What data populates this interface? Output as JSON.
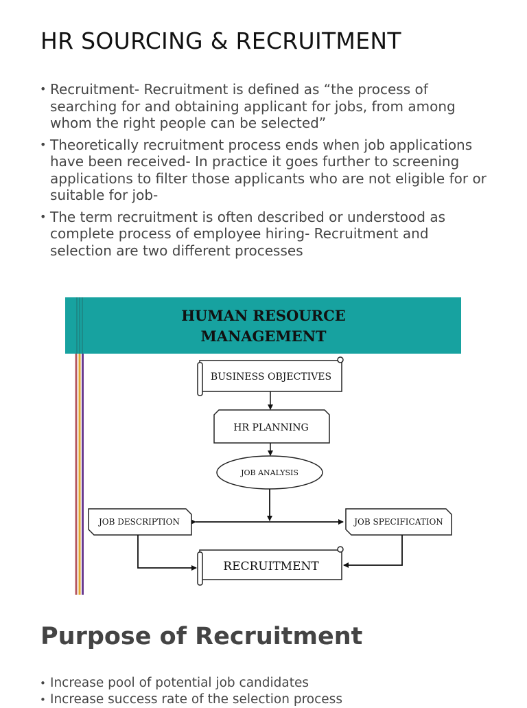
{
  "title": "HR SOURCING & RECRUITMENT",
  "bullets": [
    "Recruitment- Recruitment is defined as “the process of searching for and obtaining applicant for jobs, from among whom the right people can be selected”",
    "Theoretically recruitment process ends when job applications have been received- In practice it goes further to screening applications to filter those applicants who are not eligible for or suitable for job-",
    "The term recruitment is often described or understood as complete process of employee hiring- Recruitment and selection are two different processes"
  ],
  "bullet_symbol": "•",
  "diagram": {
    "header_line1": "HUMAN RESOURCE",
    "header_line2": "MANAGEMENT",
    "header_color": "#17a2a0",
    "nodes": {
      "business_objectives": "BUSINESS OBJECTIVES",
      "hr_planning": "HR PLANNING",
      "job_analysis": "JOB ANALYSIS",
      "job_description": "JOB DESCRIPTION",
      "job_specification": "JOB SPECIFICATION",
      "recruitment": "RECRUITMENT"
    },
    "side_stripe_colors": [
      "#b5575f",
      "#e3a92d",
      "#6a3b8f"
    ]
  },
  "section2": {
    "title": "Purpose of Recruitment",
    "bullets": [
      "Increase pool of potential job candidates",
      " Increase success rate of the selection process"
    ]
  }
}
